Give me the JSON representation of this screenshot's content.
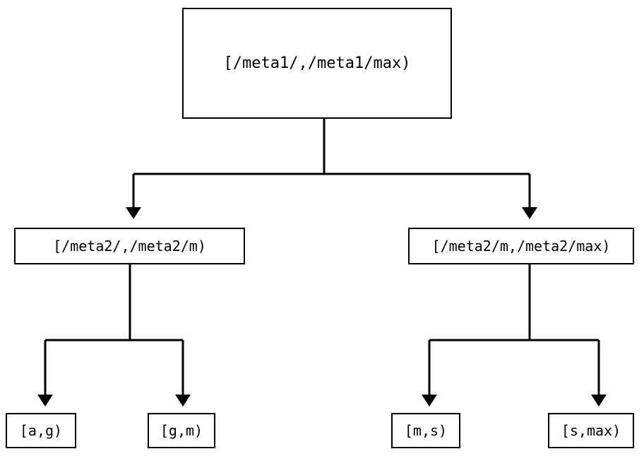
{
  "diagram": {
    "type": "tree",
    "title": "",
    "background_color": "#ffffff",
    "line_color": "#000000",
    "node_border_color": "#000000",
    "node_fill_color": "#ffffff",
    "text_color": "#000000",
    "nodes": {
      "root": {
        "label": "[/meta1/,/meta1/max)"
      },
      "mid_left": {
        "label": "[/meta2/,/meta2/m)"
      },
      "mid_right": {
        "label": "[/meta2/m,/meta2/max)"
      },
      "leaf_ag": {
        "label": "[a,g)"
      },
      "leaf_gm": {
        "label": "[g,m)"
      },
      "leaf_ms": {
        "label": "[m,s)"
      },
      "leaf_smax": {
        "label": "[s,max)"
      }
    },
    "edges": [
      {
        "from": "root",
        "to": "mid_left",
        "arrow": "triangle-down"
      },
      {
        "from": "root",
        "to": "mid_right",
        "arrow": "triangle-down"
      },
      {
        "from": "mid_left",
        "to": "leaf_ag",
        "arrow": "triangle-down"
      },
      {
        "from": "mid_left",
        "to": "leaf_gm",
        "arrow": "triangle-down"
      },
      {
        "from": "mid_right",
        "to": "leaf_ms",
        "arrow": "triangle-down"
      },
      {
        "from": "mid_right",
        "to": "leaf_smax",
        "arrow": "triangle-down"
      }
    ]
  }
}
